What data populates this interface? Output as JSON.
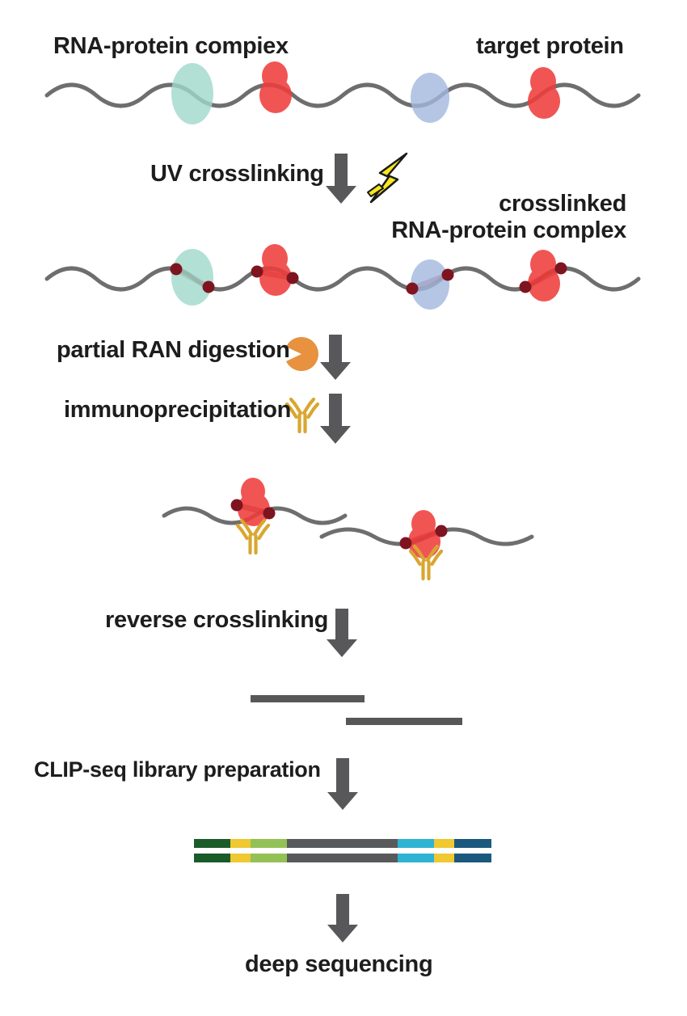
{
  "labels": {
    "rna_protein_complex": "RNA-protein compiex",
    "target_protein": "target protein",
    "uv_crosslinking": "UV crosslinking",
    "crosslinked_line1": "crosslinked",
    "crosslinked_line2": "RNA-protein complex",
    "partial_digestion": "partial RAN digestion",
    "immunoprecipitation": "immunoprecipitation",
    "reverse_crosslinking": "reverse crosslinking",
    "library_preparation": "CLIP-seq library preparation",
    "deep_sequencing": "deep sequencing"
  },
  "icons": {
    "uv": "lightning-bolt",
    "rnase": "pacman-rnase",
    "antibody": "y-shaped-antibody",
    "step_arrow": "down-arrow"
  },
  "colors": {
    "text": "#1d1d1d",
    "rna_strand": "#6e6e6e",
    "protein_teal": "#9fd8cb",
    "protein_red": "#ee3e3c",
    "protein_blue": "#a3b8de",
    "crosslink_dot": "#7e1420",
    "crosslink_band": "#7e1420",
    "arrow": "#58585a",
    "lightning_fill": "#f8e71c",
    "lightning_outline": "#1a1a1a",
    "rnase": "#e8913f",
    "antibody": "#d9a630",
    "rna_fragment": "#575757"
  },
  "library_bar": {
    "rows": 2,
    "segments": [
      {
        "name": "adapter-dark-green",
        "color": "#1a5b2a",
        "width": 45
      },
      {
        "name": "barcode-yellow-left",
        "color": "#efc832",
        "width": 25
      },
      {
        "name": "adapter-light-green",
        "color": "#94c156",
        "width": 45
      },
      {
        "name": "insert-gray",
        "color": "#58595b",
        "width": 137
      },
      {
        "name": "adapter-cyan",
        "color": "#2fb3d3",
        "width": 45
      },
      {
        "name": "barcode-yellow-right",
        "color": "#efc832",
        "width": 25
      },
      {
        "name": "adapter-navy",
        "color": "#1c587d",
        "width": 46
      }
    ]
  }
}
